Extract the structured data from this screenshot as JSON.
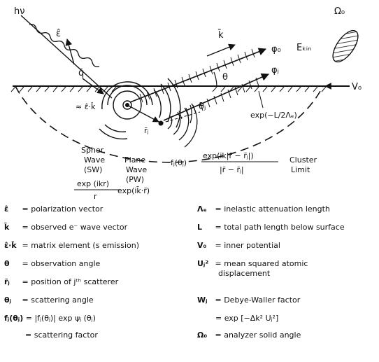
{
  "diagram": {
    "photon_label": "hν",
    "polarization_symbol": "ε̂",
    "photon_wavevector_symbol": "q̄",
    "observed_wavevector_symbol": "k̄",
    "phi0_label": "φ₀",
    "phij_label": "φⱼ",
    "ekin_label": "Eₖᵢₙ",
    "v0_label": "V₀",
    "omega0_label": "Ω₀",
    "theta_label": "θ",
    "thetaj_label": "θⱼ",
    "attenuation_label": "exp(−L/2Λₑ)",
    "matrix_approx_label": "≈ ε̂·k̂",
    "rj_label": "r̄ⱼ",
    "sw_label_1": "Spher.",
    "sw_label_2": "Wave",
    "sw_label_3": "(SW)",
    "pw_label_1": "Plane",
    "pw_label_2": "Wave",
    "pw_label_3": "(PW)",
    "sw_formula_num": "exp (ikr)",
    "sw_formula_den": "r",
    "pw_formula": "exp(ik̄·r̄)",
    "scatter_prefix": "fⱼ(θⱼ)",
    "scatter_num": "exp(ik|r̄ − r̄ⱼ|)",
    "scatter_den": "|r̄ − r̄ⱼ|",
    "cluster_label_1": "Cluster",
    "cluster_label_2": "Limit"
  },
  "legend_left": [
    {
      "sym": "ε̂",
      "text": "= polarization vector"
    },
    {
      "sym": "k̄",
      "text": "= observed e⁻ wave vector"
    },
    {
      "sym": "ε̂·k̂",
      "text": "= matrix element (s emission)"
    },
    {
      "sym": "θ",
      "text": "= observation angle"
    },
    {
      "sym": "r̄ⱼ",
      "text": "= position of jᵗʰ scatterer"
    },
    {
      "sym": "θⱼ",
      "text": "= scattering angle"
    },
    {
      "sym": "fⱼ(θⱼ)",
      "text": "= |fⱼ(θⱼ)| exp ψⱼ (θⱼ)"
    },
    {
      "sym": "",
      "text": "= scattering factor"
    }
  ],
  "legend_right": [
    {
      "sym": "Λₑ",
      "text": "= inelastic attenuation length"
    },
    {
      "sym": "L",
      "text": "= total path length below surface"
    },
    {
      "sym": "V₀",
      "text": "= inner potential"
    },
    {
      "sym": "Uⱼ²",
      "text": "= mean squared atomic"
    },
    {
      "sym": "",
      "text": "displacement"
    },
    {
      "sym": "Wⱼ",
      "text": "= Debye-Waller factor"
    },
    {
      "sym": "",
      "text": "= exp [−Δk² Uⱼ²]"
    },
    {
      "sym": "Ω₀",
      "text": "= analyzer solid angle"
    }
  ]
}
